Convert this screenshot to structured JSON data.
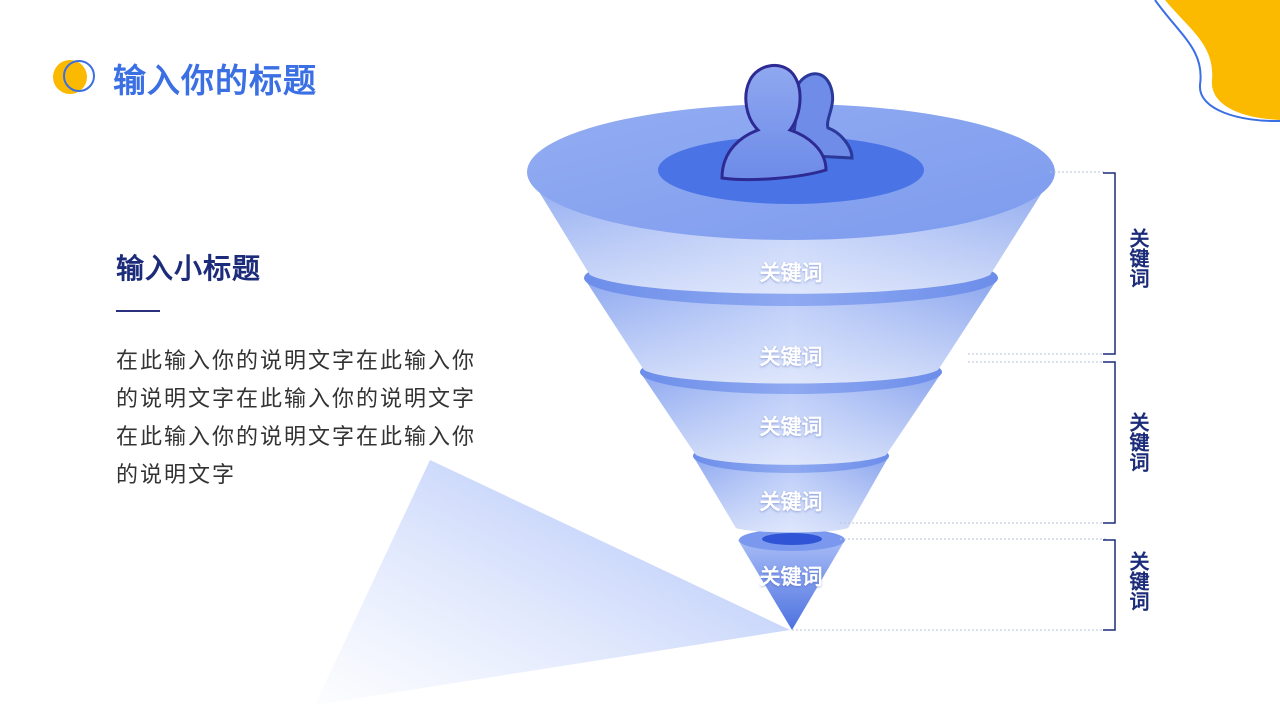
{
  "page": {
    "title": "输入你的标题",
    "subtitle": "输入小标题",
    "description": "在此输入你的说明文字在此输入你的说明文字在此输入你的说明文字在此输入你的说明文字在此输入你的说明文字"
  },
  "funnel": {
    "levels": [
      {
        "label": "关键词"
      },
      {
        "label": "关键词"
      },
      {
        "label": "关键词"
      },
      {
        "label": "关键词"
      },
      {
        "label": "关键词"
      }
    ],
    "top_icon": "users-icon"
  },
  "side_brackets": [
    {
      "label": "关键词"
    },
    {
      "label": "关键词"
    },
    {
      "label": "关键词"
    }
  ],
  "colors": {
    "accent_blue": "#3B6FE4",
    "navy": "#1C2C7A",
    "yellow": "#FBB900",
    "funnel_light": "#A9BDF4",
    "funnel_dark": "#5A7FE4"
  }
}
